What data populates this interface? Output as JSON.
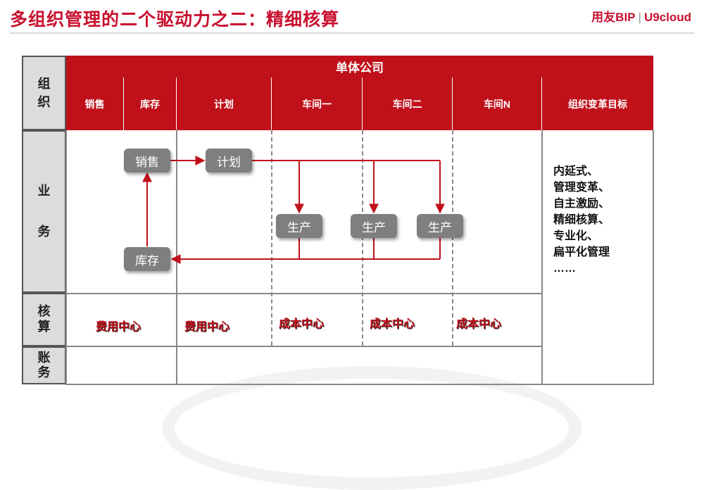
{
  "header": {
    "title": "多组织管理的二个驱动力之二：精细核算",
    "logo": "用友BIP",
    "logo2": "U9cloud"
  },
  "row_headers": {
    "org": [
      "组",
      "织"
    ],
    "business": [
      "业",
      "务"
    ],
    "accounting": [
      "核",
      "算"
    ],
    "ledger": [
      "账",
      "务"
    ]
  },
  "top_header": "单体公司",
  "columns": [
    "销售",
    "库存",
    "计划",
    "车间一",
    "车间二",
    "车间N",
    "组织变革目标"
  ],
  "nodes": {
    "sales": "销售",
    "inventory": "库存",
    "plan": "计划",
    "production": [
      "生产",
      "生产",
      "生产"
    ]
  },
  "accounting_centers": [
    "费用中心",
    "费用中心",
    "成本中心",
    "成本中心",
    "成本中心"
  ],
  "goals": [
    "内延式、",
    "管理变革、",
    "自主激励、",
    "精细核算、",
    "专业化、",
    "扁平化管理",
    "……"
  ],
  "colors": {
    "accent": "#c0101a",
    "node": "#7f7f7f",
    "header_gray": "#dcdcdc"
  }
}
